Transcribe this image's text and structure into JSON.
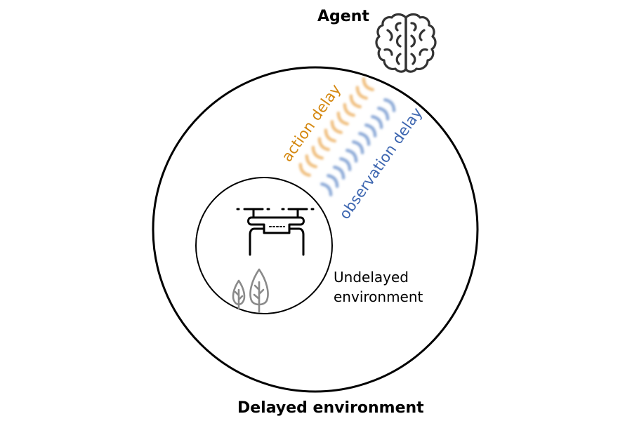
{
  "agent": {
    "label": "Agent",
    "icon": "brain-icon"
  },
  "delays": {
    "action": {
      "label": "action delay",
      "color": "#D4870F",
      "wave_color": "#EDB46A"
    },
    "observation": {
      "label": "observation delay",
      "color": "#3D66B0",
      "wave_color": "#7A9CD0"
    }
  },
  "inner": {
    "line1": "Undelayed",
    "line2": "environment",
    "icons": [
      "drone-icon",
      "trees-icon"
    ],
    "tree_color": "#8A8A8A"
  },
  "outer": {
    "label": "Delayed environment"
  }
}
